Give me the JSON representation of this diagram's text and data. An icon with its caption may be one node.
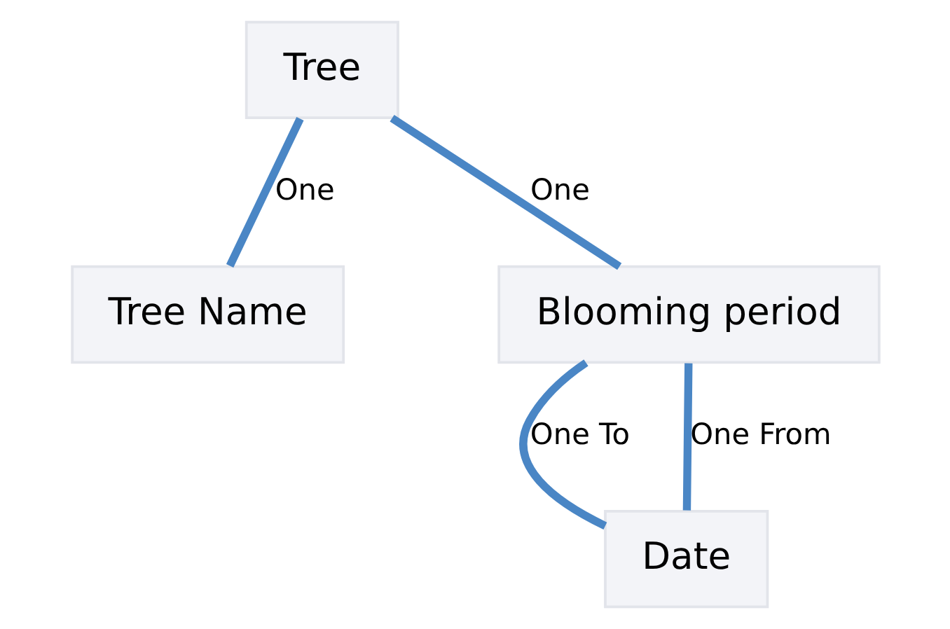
{
  "diagram": {
    "nodes": [
      {
        "text": [
          "Tree"
        ]
      },
      {
        "text": [
          "Tree Name"
        ]
      },
      {
        "text": [
          "Blooming period"
        ]
      },
      {
        "text": [
          "Date"
        ]
      }
    ],
    "edges": [
      {
        "from": 0,
        "to": 1,
        "arrow": "none",
        "label": "One"
      },
      {
        "from": 0,
        "to": 2,
        "arrow": "none",
        "label": "One"
      },
      {
        "from": 2,
        "to": 3,
        "arrow": "none",
        "label": "One To"
      },
      {
        "from": 2,
        "to": 3,
        "arrow": "none",
        "label": "One From"
      }
    ]
  }
}
